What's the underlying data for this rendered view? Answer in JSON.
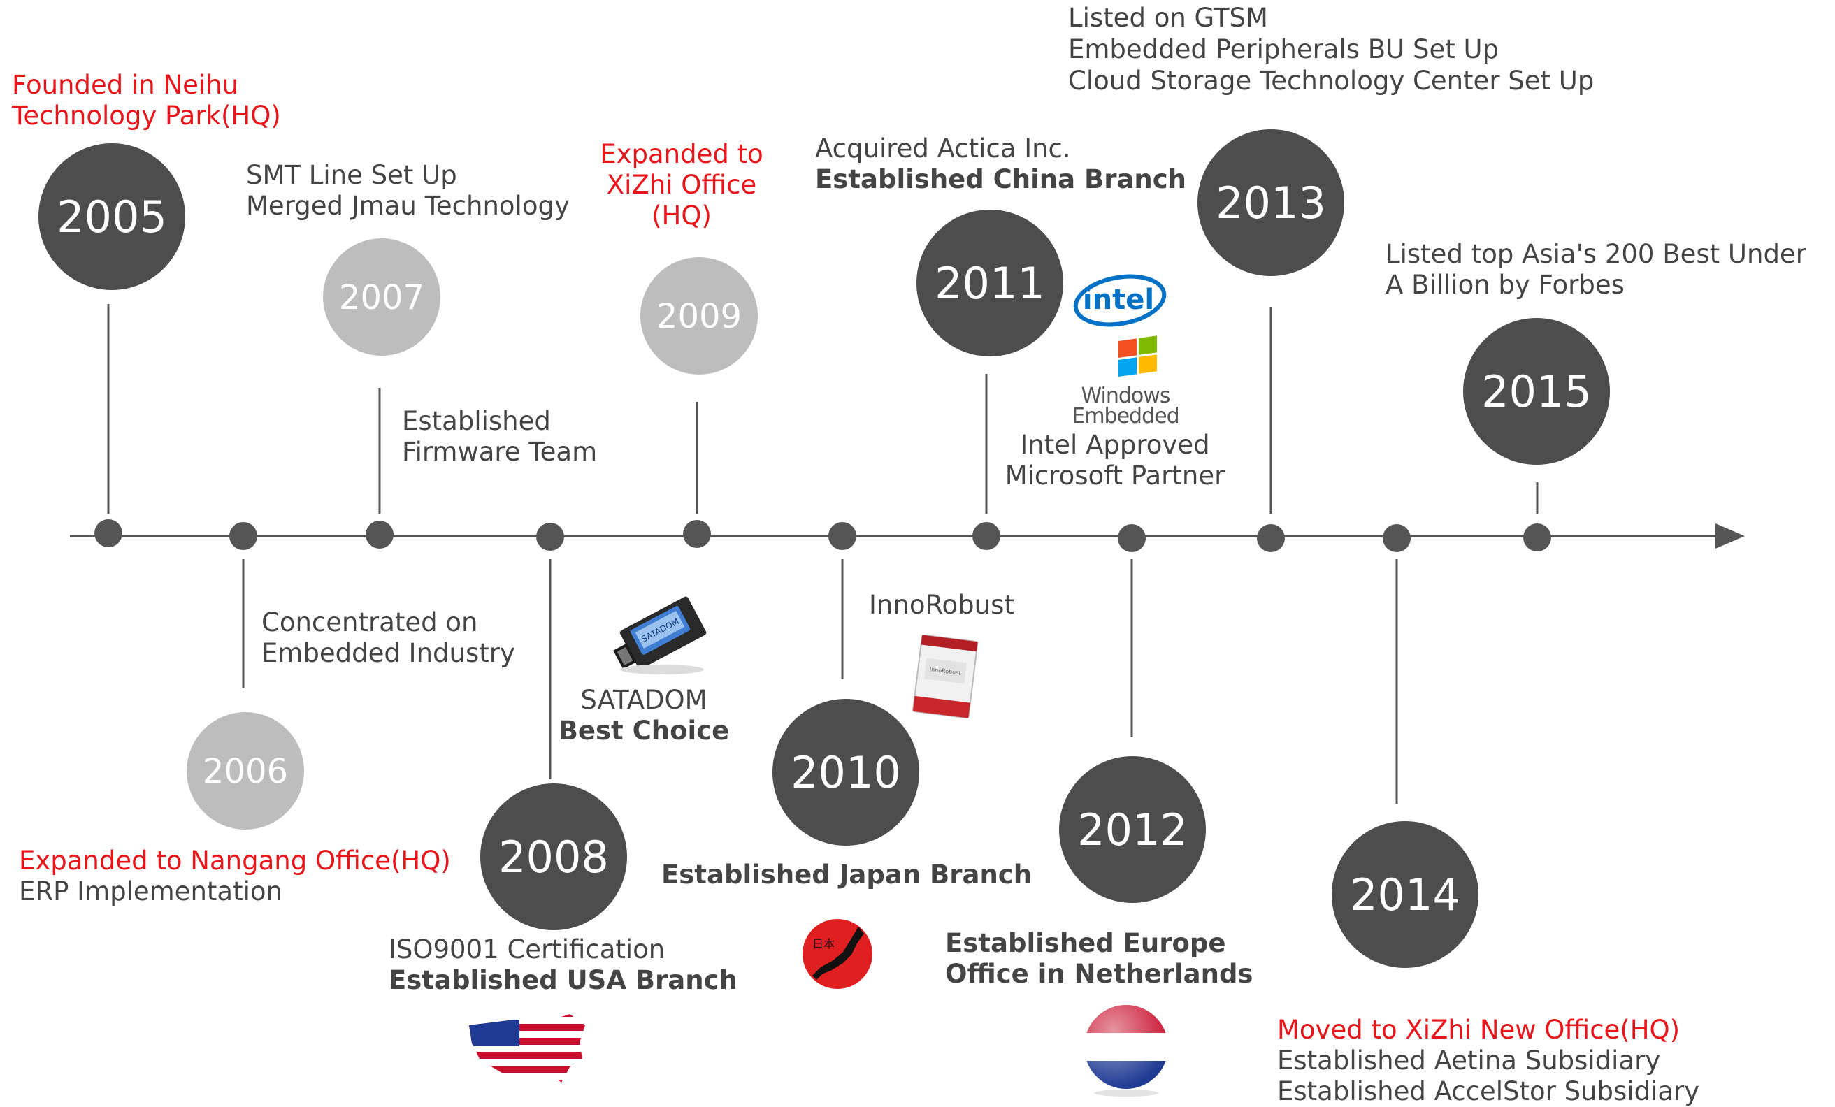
{
  "colors": {
    "dark_circle": "#4d4d4d",
    "light_circle": "#bdbdbd",
    "line": "#555555",
    "highlight_text": "#e8161b",
    "body_text": "#444444"
  },
  "years": [
    {
      "label": "2005",
      "style": "dark"
    },
    {
      "label": "2006",
      "style": "light"
    },
    {
      "label": "2007",
      "style": "light"
    },
    {
      "label": "2008",
      "style": "dark"
    },
    {
      "label": "2009",
      "style": "light"
    },
    {
      "label": "2010",
      "style": "dark"
    },
    {
      "label": "2011",
      "style": "dark"
    },
    {
      "label": "2012",
      "style": "dark"
    },
    {
      "label": "2013",
      "style": "dark"
    },
    {
      "label": "2014",
      "style": "dark"
    },
    {
      "label": "2015",
      "style": "dark"
    }
  ],
  "events": {
    "y2005": [
      "Founded in Neihu",
      "Technology Park(HQ)"
    ],
    "y2006": [
      "Concentrated on",
      "Embedded Industry",
      "Expanded to Nangang Office(HQ)",
      "ERP Implementation"
    ],
    "y2007": [
      "SMT Line Set Up",
      "Merged Jmau Technology",
      "Established",
      "Firmware Team"
    ],
    "y2008": [
      "SATADOM",
      "Best Choice",
      "ISO9001 Certification",
      "Established USA Branch"
    ],
    "y2009": [
      "Expanded to",
      "XiZhi Office",
      "(HQ)"
    ],
    "y2010": [
      "InnoRobust",
      "Established Japan Branch"
    ],
    "y2011": [
      "Acquired Actica Inc.",
      "Established China Branch",
      "Intel Approved",
      "Microsoft Partner"
    ],
    "y2012": [
      "Established Europe",
      "Office in Netherlands"
    ],
    "y2013": [
      "Listed on GTSM",
      "Embedded Peripherals BU Set Up",
      "Cloud Storage Technology Center Set Up"
    ],
    "y2014": [
      "Moved to XiZhi New Office(HQ)",
      "Established Aetina Subsidiary",
      "Established AccelStor Subsidiary"
    ],
    "y2015": [
      "Listed top Asia's 200 Best Under",
      "A Billion by Forbes"
    ]
  },
  "logos": {
    "intel": "intel",
    "windows_line1": "Windows",
    "windows_line2": "Embedded",
    "satadom_label": "SATADOM",
    "ssd_label": "InnoRobust",
    "japan_kanji": "日本"
  }
}
